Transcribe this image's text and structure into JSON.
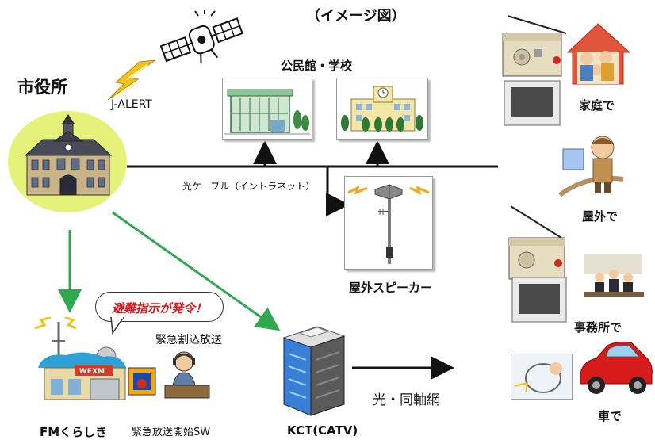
{
  "caption": "（イメージ図）",
  "city_hall": {
    "label": "市役所"
  },
  "jalert": {
    "label": "J-ALERT"
  },
  "public_facilities": {
    "label": "公民館・学校"
  },
  "fiber": {
    "label": "光ケーブル（イントラネット）"
  },
  "outdoor_speaker": {
    "label": "屋外スピーカー"
  },
  "fm": {
    "label": "FMくらしき",
    "bubble": "避難指示が発令！",
    "interrupt": "緊急割込放送",
    "switch": "緊急放送開始SW",
    "sign": "WFXM"
  },
  "kct": {
    "label": "KCT(CATV)",
    "network": "光・同軸網"
  },
  "destinations": {
    "home": "家庭で",
    "outdoor": "屋外で",
    "office": "事務所で",
    "car": "車で"
  },
  "colors": {
    "green_arrow": "#2fa84f",
    "city_circle": "#e4f27a",
    "bubble_text": "#d2191e",
    "building_blue": "#3a7fd6",
    "car_red": "#d71a1a",
    "roof_red": "#e0553c"
  }
}
